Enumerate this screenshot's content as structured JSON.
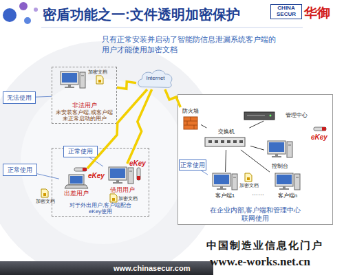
{
  "diagram": {
    "title": "密盾功能之一:文件透明加密保护",
    "nodes": [
      {
        "text": [
          "无法使用"
        ]
      },
      {
        "text": [
          "非法用户",
          "未安装客户端,或客户端未正常启动的用户"
        ]
      },
      {
        "text": [
          "Internet"
        ]
      },
      {
        "text": [
          "对于外出用户,客户端配合eKey使用"
        ]
      },
      {
        "text": [
          "正常使用"
        ],
        "in": 3
      },
      {
        "text": [
          "正常使用"
        ]
      },
      {
        "text": [
          "出差用户"
        ],
        "in": 3
      },
      {
        "text": [
          "借用用户"
        ],
        "in": 3
      },
      {
        "text": [
          "在企业内部,客户端和管理中心联网使用"
        ]
      },
      {
        "text": [
          "防火墙"
        ],
        "in": 8
      },
      {
        "text": [
          "管理中心"
        ],
        "in": 8
      },
      {
        "text": [
          "交换机"
        ],
        "in": 8
      },
      {
        "text": [
          "控制台"
        ],
        "in": 8
      },
      {
        "text": [
          "正常使用"
        ],
        "in": 8
      },
      {
        "text": [
          "客户端1"
        ],
        "in": 8
      },
      {
        "text": [
          "客户端n"
        ],
        "in": 8
      }
    ],
    "edges": [
      {
        "from": 0,
        "to": 1,
        "arrow": "none"
      },
      {
        "from": 1,
        "to": 2,
        "arrow": "none"
      },
      {
        "from": 5,
        "to": 6,
        "arrow": "none"
      },
      {
        "from": 4,
        "to": 7,
        "arrow": "none"
      },
      {
        "from": 6,
        "to": 2,
        "arrow": "none"
      },
      {
        "from": 7,
        "to": 2,
        "arrow": "none"
      },
      {
        "from": 2,
        "to": 9,
        "arrow": "none"
      },
      {
        "from": 9,
        "to": 11,
        "arrow": "none"
      },
      {
        "from": 11,
        "to": 10,
        "arrow": "none"
      },
      {
        "from": 11,
        "to": 12,
        "arrow": "none"
      },
      {
        "from": 11,
        "to": 14,
        "arrow": "none"
      },
      {
        "from": 11,
        "to": 15,
        "arrow": "none"
      },
      {
        "from": 13,
        "to": 14,
        "arrow": "none"
      }
    ],
    "labels": [
      "CHINA SECUR",
      "华御",
      "只有正常安装并启动了智能防信息泄漏系统客户端的用户才能使用加密文档",
      "加密文档",
      "加密文档",
      "eKey",
      "eKey",
      "加密文档",
      "加密文档",
      "……",
      "eKey",
      "www.chinasecur.com",
      "中国制造业信息化门户",
      "www.e-works.net.cn"
    ]
  }
}
